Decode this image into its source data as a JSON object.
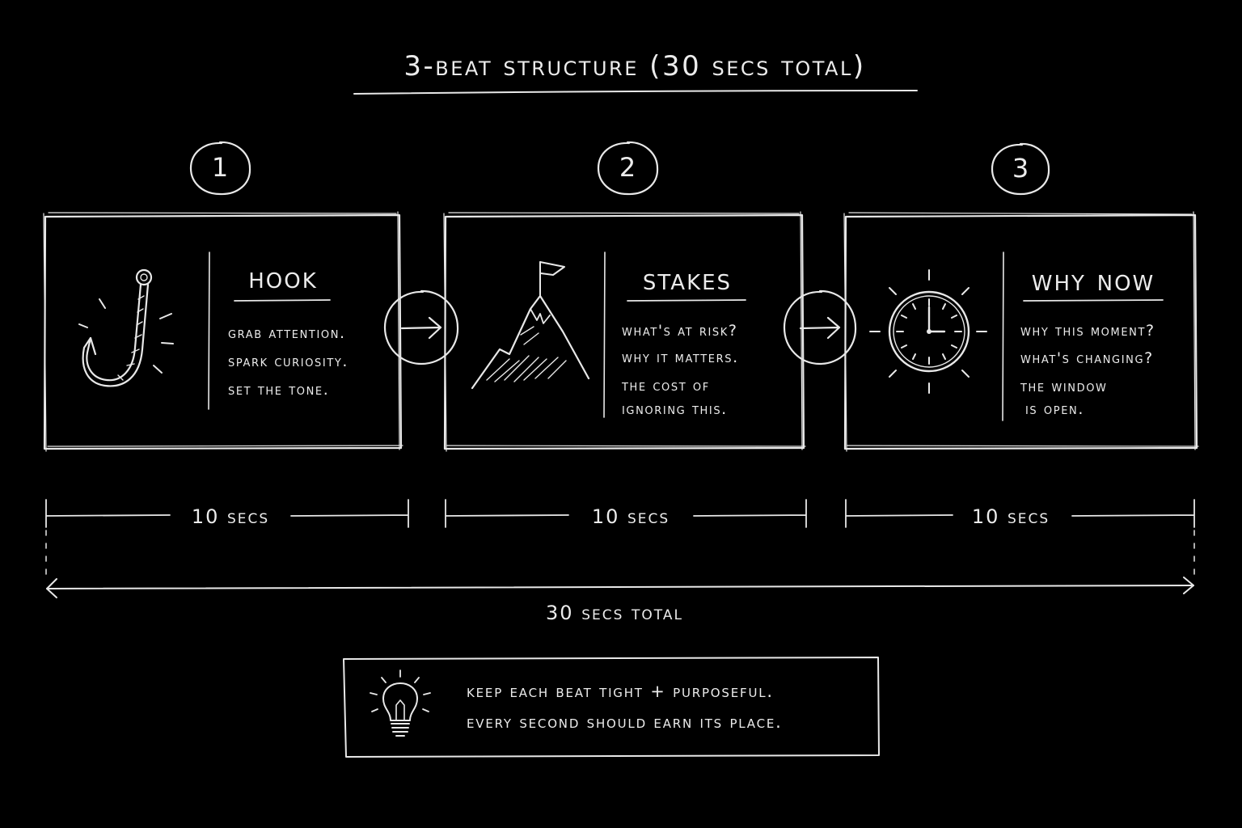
{
  "title": "3-Beat Structure (30 secs total)",
  "beats": [
    {
      "number": "1",
      "title": "Hook",
      "icon": "fishing-hook-icon",
      "lines": [
        "Grab attention.",
        "Spark curiosity.",
        "Set the tone."
      ],
      "duration": "10 secs"
    },
    {
      "number": "2",
      "title": "Stakes",
      "icon": "mountain-flag-icon",
      "lines": [
        "What's at risk?",
        "Why it matters.",
        "The cost of",
        "ignoring this."
      ],
      "duration": "10 secs"
    },
    {
      "number": "3",
      "title": "Why Now",
      "icon": "clock-icon",
      "lines": [
        "Why this moment?",
        "What's changing?",
        "The window",
        "is open."
      ],
      "duration": "10 secs"
    }
  ],
  "total_label": "30 secs total",
  "tip": {
    "icon": "lightbulb-icon",
    "lines": [
      "Keep each beat tight + purposeful.",
      "Every second should earn its place."
    ]
  },
  "colors": {
    "background": "#000000",
    "chalk": "#e8e8e8"
  }
}
